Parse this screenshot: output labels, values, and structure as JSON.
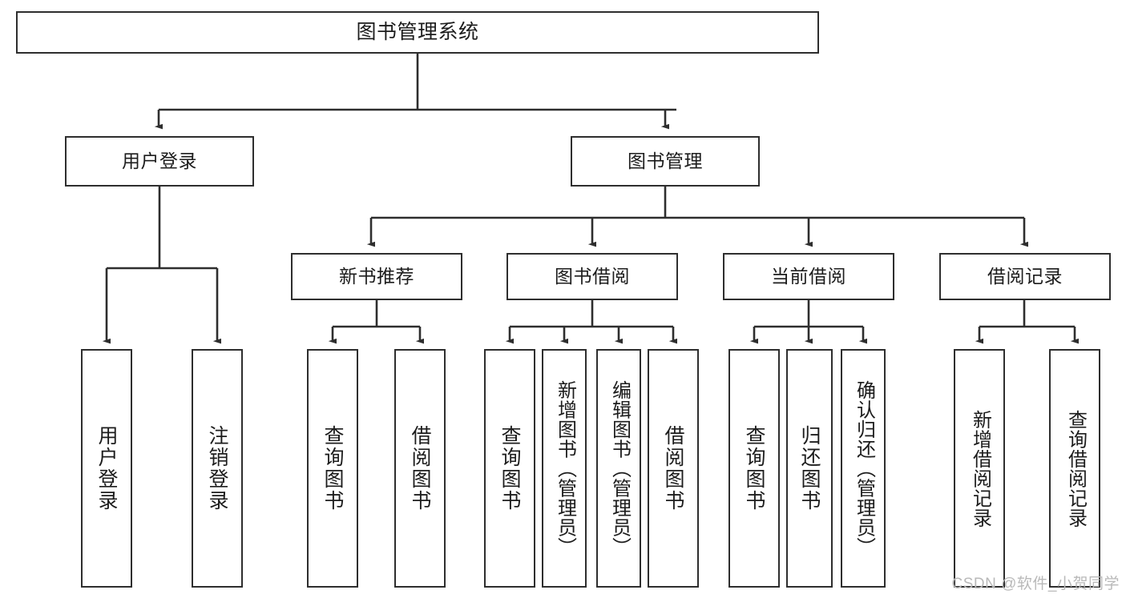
{
  "diagram": {
    "title": "图书管理系统",
    "watermark": "CSDN @软件_小贺同学",
    "line_color": "#2e2e2e",
    "box_fill": "#ffffff",
    "text_color": "#1c1c1c",
    "watermark_color": "#b9b9b9",
    "type": "tree-hierarchy",
    "levels": 4
  },
  "nodes": {
    "root": {
      "label": "图书管理系统"
    },
    "level2": [
      {
        "id": "user-login",
        "label": "用户登录"
      },
      {
        "id": "book-management",
        "label": "图书管理"
      }
    ],
    "level3": [
      {
        "id": "new-book-recommend",
        "label": "新书推荐"
      },
      {
        "id": "book-borrow",
        "label": "图书借阅"
      },
      {
        "id": "current-borrow",
        "label": "当前借阅"
      },
      {
        "id": "borrow-record",
        "label": "借阅记录"
      }
    ],
    "leaves": {
      "user_login": [
        {
          "id": "leaf-user-login",
          "label": "用户登录"
        },
        {
          "id": "leaf-logout-login",
          "label": "注销登录"
        }
      ],
      "new_book_recommend": [
        {
          "id": "leaf-query-book-1",
          "label": "查询图书"
        },
        {
          "id": "leaf-borrow-book-1",
          "label": "借阅图书"
        }
      ],
      "book_borrow": [
        {
          "id": "leaf-query-book-2",
          "label": "查询图书"
        },
        {
          "id": "leaf-add-book",
          "label": "新增图书（管理员）"
        },
        {
          "id": "leaf-edit-book",
          "label": "编辑图书（管理员）"
        },
        {
          "id": "leaf-borrow-book-2",
          "label": "借阅图书"
        }
      ],
      "current_borrow": [
        {
          "id": "leaf-query-book-3",
          "label": "查询图书"
        },
        {
          "id": "leaf-return-book",
          "label": "归还图书"
        },
        {
          "id": "leaf-confirm-return",
          "label": "确认归还（管理员）"
        }
      ],
      "borrow_record": [
        {
          "id": "leaf-add-record",
          "label": "新增借阅记录"
        },
        {
          "id": "leaf-query-record",
          "label": "查询借阅记录"
        }
      ]
    }
  }
}
